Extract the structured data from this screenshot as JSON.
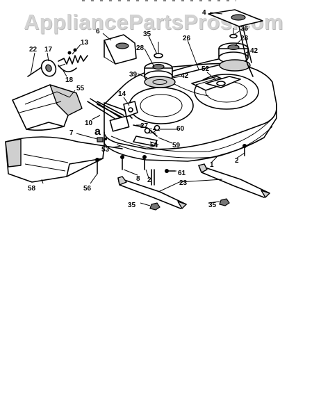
{
  "watermark": "AppliancePartsPros.com",
  "callouts": [
    "4",
    "6",
    "35",
    "26",
    "36",
    "28",
    "28",
    "42",
    "22",
    "17",
    "13",
    "18",
    "39",
    "42",
    "52",
    "55",
    "14",
    "10",
    "a",
    "27",
    "52",
    "60",
    "7",
    "53",
    "54",
    "59",
    "1",
    "2",
    "58",
    "8",
    "2",
    "61",
    "56",
    "23",
    "35",
    "35"
  ]
}
